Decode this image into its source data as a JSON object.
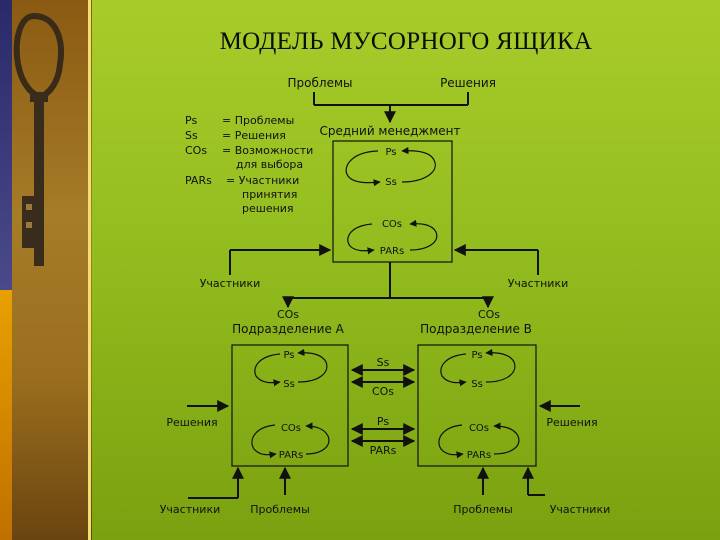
{
  "title": "МОДЕЛЬ МУСОРНОГО ЯЩИКА",
  "top": {
    "problems": "Проблемы",
    "solutions": "Решения"
  },
  "legend": [
    {
      "abbr": "Ps",
      "eq": "= Проблемы"
    },
    {
      "abbr": "Ss",
      "eq": "= Решения"
    },
    {
      "abbr": "COs",
      "eq": "= Возможности",
      "cont": "для выбора"
    },
    {
      "abbr": "PARs",
      "eq": "= Участники",
      "cont": "принятия",
      "cont2": "решения"
    }
  ],
  "middle": {
    "title": "Средний менеджмент",
    "ps": "Ps",
    "ss": "Ss",
    "cos": "COs",
    "pars": "PARs",
    "participants_left": "Участники",
    "participants_right": "Участники"
  },
  "div_a": {
    "cos": "COs",
    "title": "Подразделение А",
    "ps": "Ps",
    "ss": "Ss",
    "cos_in": "COs",
    "pars": "PARs"
  },
  "div_b": {
    "cos": "COs",
    "title": "Подразделение В",
    "ps": "Ps",
    "ss": "Ss",
    "cos_in": "COs",
    "pars": "PARs"
  },
  "between": {
    "ss": "Ss",
    "cos": "COs",
    "ps": "Ps",
    "pars": "PARs"
  },
  "bottom": {
    "solutions_left": "Решения",
    "solutions_right": "Решения",
    "participants_left": "Участники",
    "problems_left": "Проблемы",
    "problems_right": "Проблемы",
    "participants_right": "Участники"
  }
}
